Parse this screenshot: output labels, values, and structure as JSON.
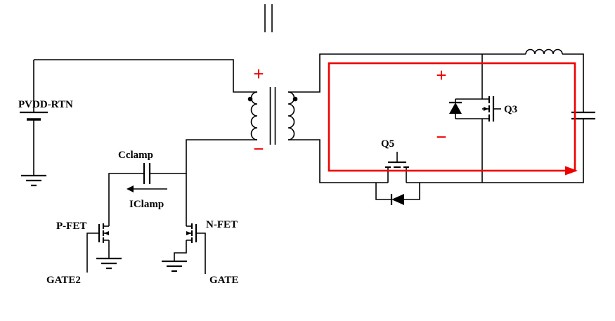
{
  "colors": {
    "wire": "#000000",
    "highlight": "#ee0000",
    "background": "#ffffff"
  },
  "schematic": {
    "battery_label": "PVDD-RTN",
    "clamp_cap_label": "Cclamp",
    "clamp_current_label": "IClamp",
    "pfet_label": "P-FET",
    "nfet_label": "N-FET",
    "gate2_label": "GATE2",
    "gate_label": "GATE",
    "q5_label": "Q5",
    "q3_label": "Q3",
    "primary_plus": "+",
    "primary_minus": "−",
    "secondary_plus": "+",
    "secondary_minus": "−"
  }
}
